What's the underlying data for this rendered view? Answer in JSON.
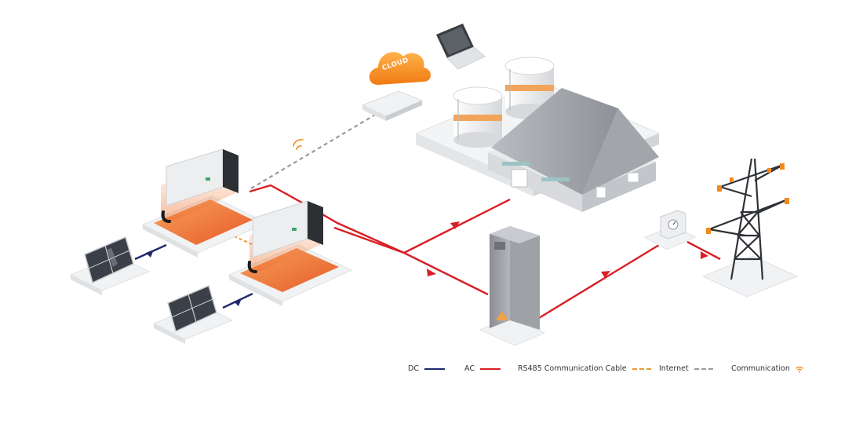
{
  "diagram": {
    "cloud_label": "CLOUD"
  },
  "legend": {
    "dc": "DC",
    "ac": "AC",
    "rs485": "RS485 Communication Cable",
    "internet": "Internet",
    "communication": "Communication"
  },
  "colors": {
    "dc": "#1f2a6e",
    "ac": "#d81f26",
    "rs485": "#e89a3a",
    "internet": "#9a9a9a",
    "accent": "#f08a1e"
  },
  "icons": {
    "cloud": "cloud-icon",
    "wifi": "wifi-icon",
    "laptop": "laptop-icon",
    "router": "router-icon",
    "inverter": "inverter-icon",
    "solar_panel": "solar-panel-icon",
    "factory": "factory-icon",
    "storage_tank": "tank-icon",
    "cabinet": "transformer-cabinet-icon",
    "meter": "meter-icon",
    "pylon": "power-pylon-icon"
  }
}
